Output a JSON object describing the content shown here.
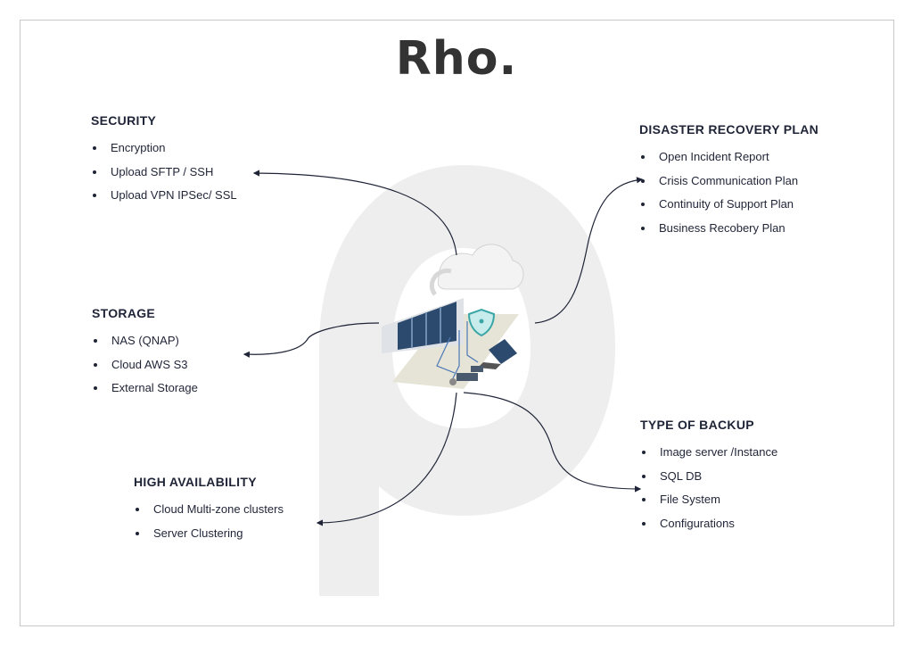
{
  "brand": {
    "logo_text": "Rho."
  },
  "colors": {
    "text": "#1f2437",
    "watermark": "#eeeeee",
    "accent_teal": "#3aa6a6",
    "server_blue": "#2c4a6e"
  },
  "sections": {
    "security": {
      "title": "SECURITY",
      "items": [
        "Encryption",
        "Upload SFTP / SSH",
        "Upload VPN IPSec/ SSL"
      ]
    },
    "storage": {
      "title": "STORAGE",
      "items": [
        "NAS (QNAP)",
        "Cloud AWS S3",
        "External Storage"
      ]
    },
    "high_availability": {
      "title": "HIGH AVAILABILITY",
      "items": [
        "Cloud Multi-zone clusters",
        "Server Clustering"
      ]
    },
    "disaster_recovery": {
      "title": "DISASTER RECOVERY PLAN",
      "items": [
        "Open Incident Report",
        "Crisis Communication Plan",
        "Continuity of Support Plan",
        "Business Recobery Plan"
      ]
    },
    "type_of_backup": {
      "title": "TYPE OF BACKUP",
      "items": [
        "Image server /Instance",
        "SQL DB",
        "File System",
        "Configurations"
      ]
    }
  }
}
